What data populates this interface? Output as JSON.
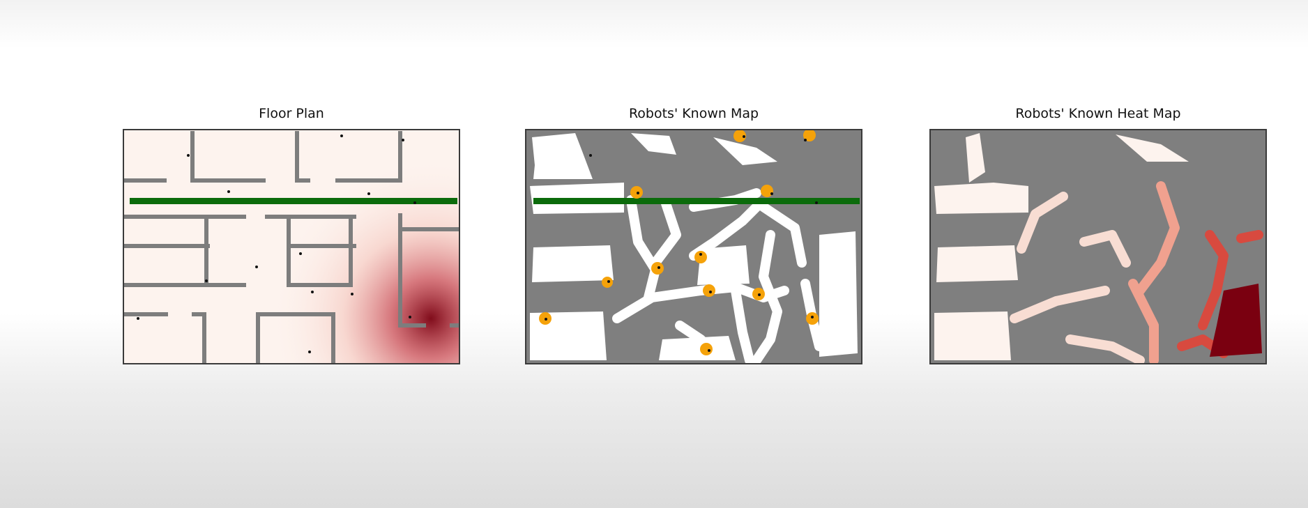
{
  "panels": [
    {
      "title": "Floor Plan"
    },
    {
      "title": "Robots' Known Map"
    },
    {
      "title": "Robots' Known Heat Map"
    }
  ],
  "colors": {
    "wall": "#7d7d7d",
    "unknown": "#7f7f7f",
    "free": "#ffffff",
    "path_line": "#0b6b0b",
    "robot": "#f5a20a",
    "heat_low": "#fdf3ee",
    "heat_high": "#7a0010"
  },
  "icons": [
    "robot-marker",
    "target-dot"
  ]
}
